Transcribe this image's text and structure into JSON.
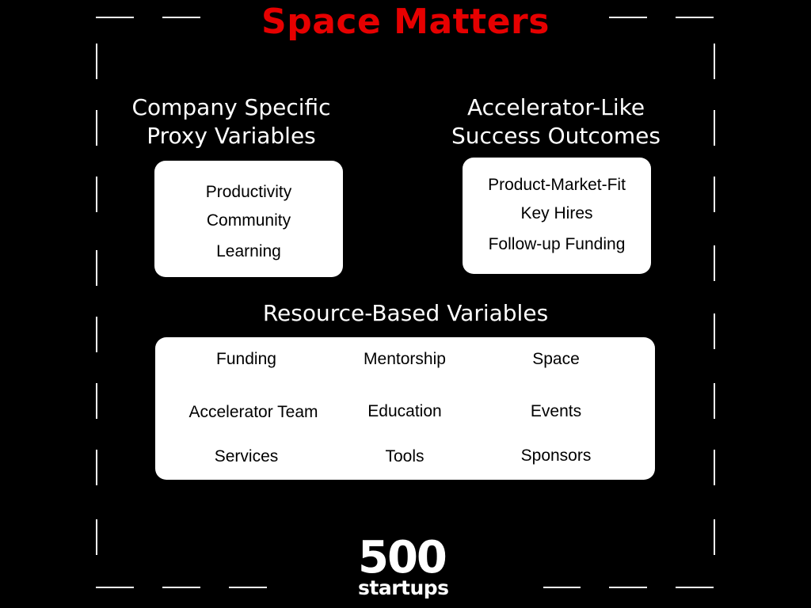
{
  "title": "Space Matters",
  "left_group": {
    "heading_line1": "Company Specific",
    "heading_line2": "Proxy Variables",
    "items": [
      "Productivity",
      "Community",
      "Learning"
    ]
  },
  "right_group": {
    "heading_line1": "Accelerator-Like",
    "heading_line2": "Success Outcomes",
    "items": [
      "Product-Market-Fit",
      "Key Hires",
      "Follow-up Funding"
    ]
  },
  "bottom_group": {
    "heading": "Resource-Based Variables",
    "items": [
      "Funding",
      "Mentorship",
      "Space",
      "Accelerator Team",
      "Education",
      "Events",
      "Services",
      "Tools",
      "Sponsors"
    ]
  },
  "logo": {
    "number": "500",
    "word": "startups"
  },
  "colors": {
    "background": "#000000",
    "title": "#e60000",
    "box": "#ffffff",
    "text_on_box": "#000000"
  }
}
